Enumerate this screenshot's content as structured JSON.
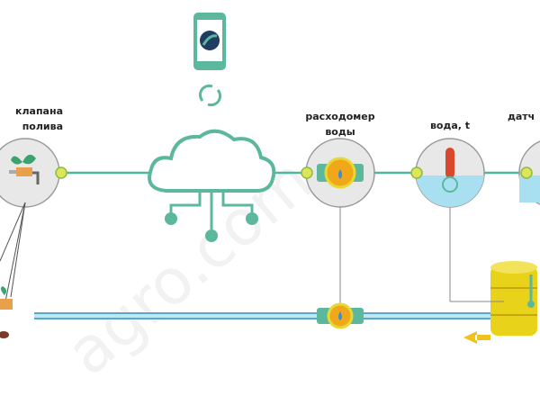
{
  "labels": {
    "valve_line1": "клапана",
    "valve_line2": "полива",
    "flowmeter_line1": "расходомер",
    "flowmeter_line2": "воды",
    "water_temp": "вода, t",
    "sensor_partial": "датч"
  },
  "watermark": "agro",
  "colors": {
    "line": "#4fb79e",
    "node": "#e8e8e8",
    "dot": "#dfe55a",
    "pipe": "#8fd0e8",
    "barrel": "#e8d21a"
  }
}
